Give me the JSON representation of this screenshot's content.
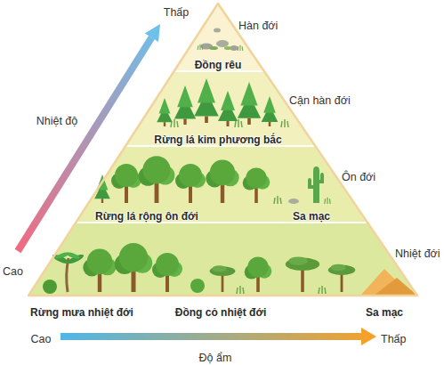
{
  "diagram": {
    "nodes": [
      {
        "text": [
          "Đồng rêu"
        ]
      },
      {
        "text": [
          "Rừng lá kim phương bắc"
        ]
      },
      {
        "text": [
          "Rừng lá rộng ôn đới",
          "Sa mạc"
        ]
      },
      {
        "text": [
          "Rừng mưa nhiệt đới",
          "Đồng cỏ nhiệt đới",
          "Sa mạc"
        ]
      }
    ],
    "labels": [
      "Thấp",
      "Nhiệt độ",
      "Cao",
      "Hàn đới",
      "Cận hàn đới",
      "Ôn đới",
      "Nhiệt đới",
      "Cao",
      "Thấp",
      "Độ ẩm"
    ]
  }
}
